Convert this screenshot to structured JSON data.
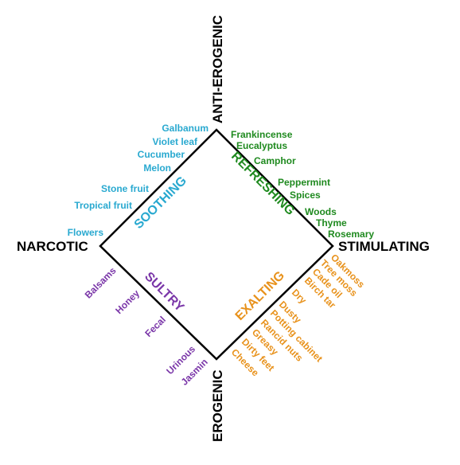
{
  "axes": {
    "top": "ANTI-EROGENIC",
    "bottom": "EROGENIC",
    "left": "NARCOTIC",
    "right": "STIMULATING"
  },
  "groups": {
    "soothing": "SOOTHING",
    "refreshing": "REFRESHING",
    "sultry": "SULTRY",
    "exalting": "EXALTING"
  },
  "soothing_items": [
    "Galbanum",
    "Violet leaf",
    "Cucumber",
    "Melon",
    "Stone fruit",
    "Tropical fruit",
    "Flowers"
  ],
  "refreshing_items": [
    "Frankincense",
    "Eucalyptus",
    "Camphor",
    "Peppermint",
    "Spices",
    "Woods",
    "Thyme",
    "Rosemary"
  ],
  "sultry_items": [
    "Balsams",
    "Honey",
    "Fecal",
    "Urinous",
    "Jasmin"
  ],
  "exalting_items": [
    "Oakmoss",
    "Tree moss",
    "Cade oil",
    "Birch tar",
    "Dry",
    "Dusty",
    "Potting cabinet",
    "Rancid nuts",
    "Greasy",
    "Dirty feet",
    "Cheese"
  ],
  "colors": {
    "soothing": "#29a9d0",
    "refreshing": "#1f8a1f",
    "sultry": "#7a36a8",
    "exalting": "#e8921c",
    "axis": "#000000"
  }
}
